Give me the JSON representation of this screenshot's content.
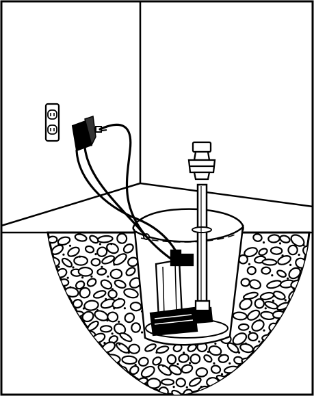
{
  "diagram": {
    "subject": "sump-pump-installation",
    "style": "black line drawing on white",
    "colors": {
      "ink": "#000000",
      "paper": "#ffffff",
      "pit_fill": "#ffffff"
    },
    "components": [
      {
        "name": "wall-outlet-icon"
      },
      {
        "name": "float-switch-plug"
      },
      {
        "name": "power-cord"
      },
      {
        "name": "check-valve-icon"
      },
      {
        "name": "discharge-pipe"
      },
      {
        "name": "sump-basin"
      },
      {
        "name": "sump-pump-icon"
      },
      {
        "name": "gravel-backfill"
      }
    ]
  }
}
